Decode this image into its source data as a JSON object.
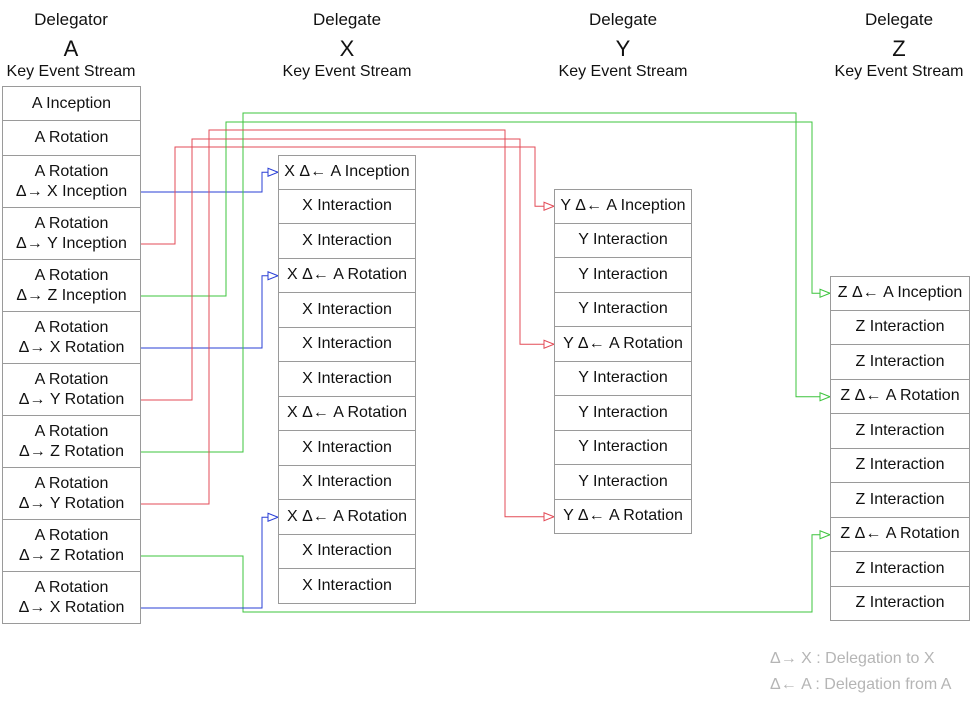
{
  "headers": [
    {
      "role": "Delegator",
      "letter": "A",
      "sub": "Key Event Stream"
    },
    {
      "role": "Delegate",
      "letter": "X",
      "sub": "Key Event Stream"
    },
    {
      "role": "Delegate",
      "letter": "Y",
      "sub": "Key Event Stream"
    },
    {
      "role": "Delegate",
      "letter": "Z",
      "sub": "Key Event Stream"
    }
  ],
  "streams": {
    "A": [
      [
        "A Inception"
      ],
      [
        "A Rotation"
      ],
      [
        "A Rotation",
        "Δ→ X Inception"
      ],
      [
        "A Rotation",
        "Δ→ Y Inception"
      ],
      [
        "A Rotation",
        "Δ→ Z Inception"
      ],
      [
        "A Rotation",
        "Δ→ X Rotation"
      ],
      [
        "A Rotation",
        "Δ→ Y Rotation"
      ],
      [
        "A Rotation",
        "Δ→ Z Rotation"
      ],
      [
        "A Rotation",
        "Δ→ Y Rotation"
      ],
      [
        "A Rotation",
        "Δ→ Z Rotation"
      ],
      [
        "A Rotation",
        "Δ→ X Rotation"
      ]
    ],
    "X": [
      [
        "X Δ← A Inception"
      ],
      [
        "X Interaction"
      ],
      [
        "X Interaction"
      ],
      [
        "X Δ← A Rotation"
      ],
      [
        "X Interaction"
      ],
      [
        "X Interaction"
      ],
      [
        "X Interaction"
      ],
      [
        "X Δ← A Rotation"
      ],
      [
        "X Interaction"
      ],
      [
        "X Interaction"
      ],
      [
        "X Δ← A Rotation"
      ],
      [
        "X Interaction"
      ],
      [
        "X Interaction"
      ]
    ],
    "Y": [
      [
        "Y Δ← A Inception"
      ],
      [
        "Y Interaction"
      ],
      [
        "Y Interaction"
      ],
      [
        "Y Interaction"
      ],
      [
        "Y Δ← A Rotation"
      ],
      [
        "Y Interaction"
      ],
      [
        "Y Interaction"
      ],
      [
        "Y Interaction"
      ],
      [
        "Y Interaction"
      ],
      [
        "Y Δ← A Rotation"
      ]
    ],
    "Z": [
      [
        "Z Δ← A Inception"
      ],
      [
        "Z Interaction"
      ],
      [
        "Z Interaction"
      ],
      [
        "Z Δ← A Rotation"
      ],
      [
        "Z Interaction"
      ],
      [
        "Z Interaction"
      ],
      [
        "Z Interaction"
      ],
      [
        "Z Δ← A Rotation"
      ],
      [
        "Z Interaction"
      ],
      [
        "Z Interaction"
      ]
    ]
  },
  "connections": [
    {
      "from": 2,
      "to": "X",
      "row": 0,
      "color": "#2a3fd6"
    },
    {
      "from": 3,
      "to": "Y",
      "row": 0,
      "color": "#e34b57"
    },
    {
      "from": 4,
      "to": "Z",
      "row": 0,
      "color": "#3dc43d"
    },
    {
      "from": 5,
      "to": "X",
      "row": 3,
      "color": "#2a3fd6"
    },
    {
      "from": 6,
      "to": "Y",
      "row": 4,
      "color": "#e34b57"
    },
    {
      "from": 7,
      "to": "Z",
      "row": 3,
      "color": "#3dc43d"
    },
    {
      "from": 8,
      "to": "Y",
      "row": 9,
      "color": "#e34b57"
    },
    {
      "from": 9,
      "to": "Z",
      "row": 7,
      "color": "#3dc43d"
    },
    {
      "from": 10,
      "to": "X",
      "row": 10,
      "color": "#2a3fd6"
    }
  ],
  "legend": [
    "Δ→ X :  Delegation to X",
    "Δ← A :  Delegation from A"
  ]
}
